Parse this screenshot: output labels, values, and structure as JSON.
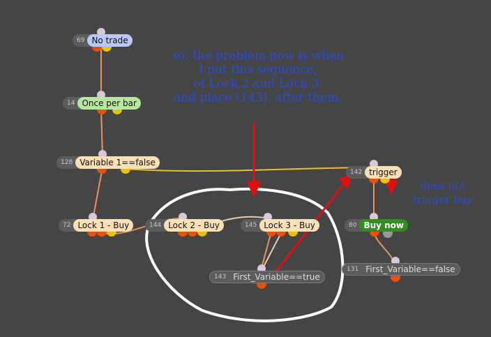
{
  "nodes": [
    {
      "id": "69",
      "label": "No trade",
      "color": "#b8c8f8"
    },
    {
      "id": "14",
      "label": "Once per bar",
      "color": "#b8e6a0"
    },
    {
      "id": "128",
      "label": "Variable 1==false",
      "color": "#fae0b4"
    },
    {
      "id": "142",
      "label": "trigger",
      "color": "#fae0b4"
    },
    {
      "id": "72",
      "label": "Lock 1 - Buy",
      "color": "#fae0b4"
    },
    {
      "id": "144",
      "label": "Lock 2 - Buy",
      "color": "#fae0b4"
    },
    {
      "id": "145",
      "label": "Lock 3 - Buy",
      "color": "#fae0b4"
    },
    {
      "id": "80",
      "label": "Buy now",
      "color": "#2f8f1f"
    },
    {
      "id": "143",
      "label": "First_Variable==true",
      "color": "#5c5c5e"
    },
    {
      "id": "131",
      "label": "First_Variable==false",
      "color": "#5c5c5e"
    }
  ],
  "annotations": {
    "main": [
      "so, the problem now is when",
      "I put this sequence,",
      "of Lock 2 and Lock 3,",
      "and place (143), after them."
    ],
    "side": [
      "does not",
      "trigger buy"
    ]
  },
  "colors": {
    "background": "#454545",
    "wire_orange": "#e89460",
    "wire_yellow": "#e8c030",
    "port_orange": "#e85010",
    "port_yellow": "#e8c010",
    "port_top": "#d8c8dc",
    "arrow_red": "#e01010",
    "annotation_blue": "#2a4fd0"
  }
}
